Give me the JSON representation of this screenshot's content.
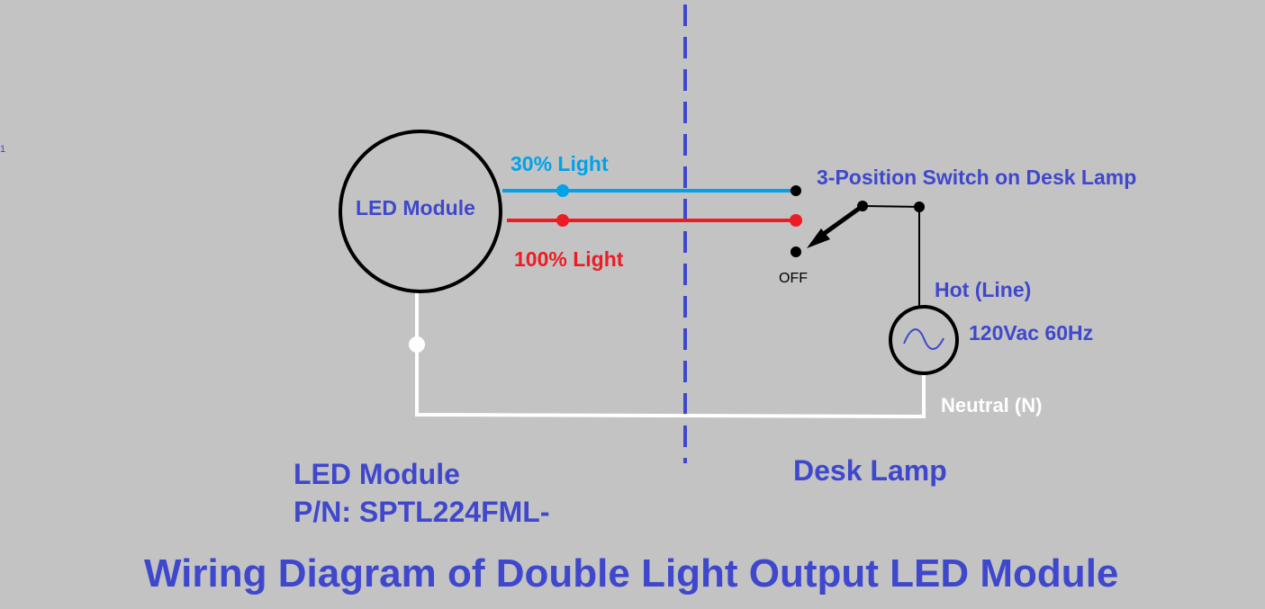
{
  "diagram": {
    "title": "Wiring Diagram of Double Light Output LED Module",
    "module_circle_label": "LED Module",
    "label_30": "30% Light",
    "label_100": "100% Light",
    "switch_label": "3-Position Switch on Desk Lamp",
    "off_label": "OFF",
    "hot_label": "Hot (Line)",
    "source_label": "120Vac 60Hz",
    "neutral_label": "Neutral (N)",
    "module_section_title": "LED Module",
    "module_pn": "P/N: SPTL224FML-",
    "lamp_section_title": "Desk Lamp",
    "edge_mark": "1"
  },
  "colors": {
    "background": "#c3c3c3",
    "label_blue": "#3f48cc",
    "wire_30": "#00a2e8",
    "wire_100": "#ed1c24",
    "wire_neutral": "#ffffff",
    "outline": "#000000",
    "divider": "#3f48cc"
  }
}
